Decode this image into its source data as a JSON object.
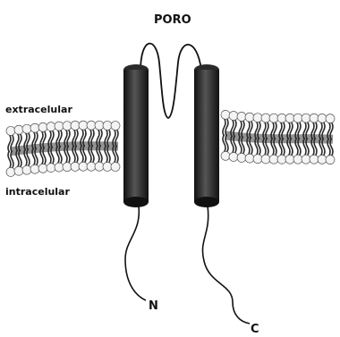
{
  "labels": {
    "pore": "PORO",
    "extracellular": "extracelular",
    "intracellular": "intracelular",
    "n_terminus": "N",
    "c_terminus": "C"
  },
  "colors": {
    "helix": "#1c1c1c",
    "helix_highlight": "#6a6a6a",
    "lipid_head": "#f4f4f4",
    "lipid_head_stroke": "#555555",
    "lipid_tail": "#2a2a2a",
    "line": "#111111"
  }
}
